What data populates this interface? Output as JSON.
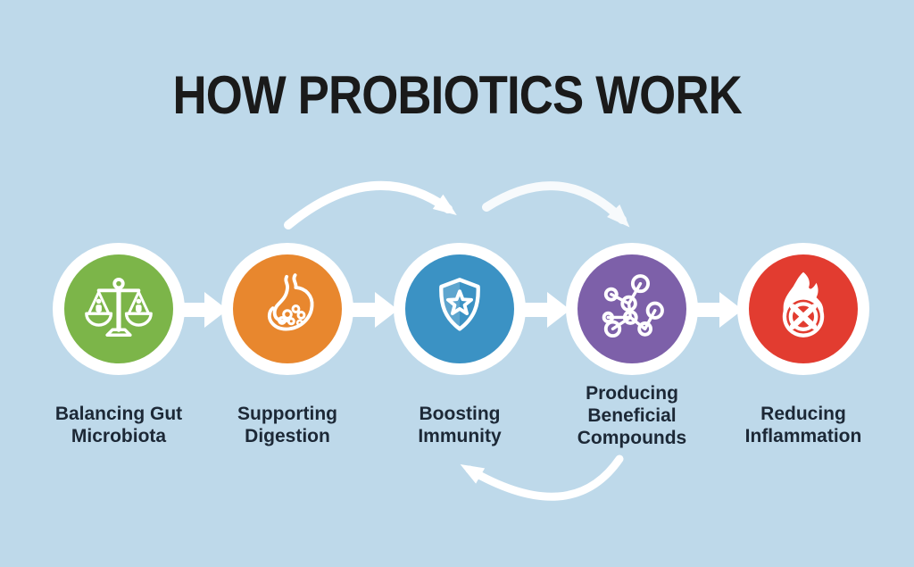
{
  "background_color": "#bed9ea",
  "title": {
    "text": "HOW PROBIOTICS WORK",
    "color": "#1a1a1a"
  },
  "label_color": "#1c2836",
  "steps": [
    {
      "label": "Balancing Gut\nMicrobiota",
      "icon": "balance-scale-icon",
      "circle_color": "#7cb549"
    },
    {
      "label": "Supporting\nDigestion",
      "icon": "stomach-icon",
      "circle_color": "#e8872e"
    },
    {
      "label": "Boosting\nImmunity",
      "icon": "shield-star-icon",
      "circle_color": "#3b92c4"
    },
    {
      "label": "Producing\nBeneficial\nCompounds",
      "icon": "molecule-icon",
      "circle_color": "#7d60a9"
    },
    {
      "label": "Reducing\nInflammation",
      "icon": "flame-no-symbol-icon",
      "circle_color": "#e23c30"
    }
  ],
  "arrows": {
    "color": "#ffffff",
    "straight_flow": [
      "balancing-to-digestion",
      "digestion-to-immunity",
      "immunity-to-compounds",
      "compounds-to-inflammation"
    ],
    "curved_top": [
      "digestion-to-immunity-arc",
      "immunity-to-compounds-arc"
    ],
    "curved_bottom": [
      "compounds-back-to-immunity-arc"
    ]
  }
}
